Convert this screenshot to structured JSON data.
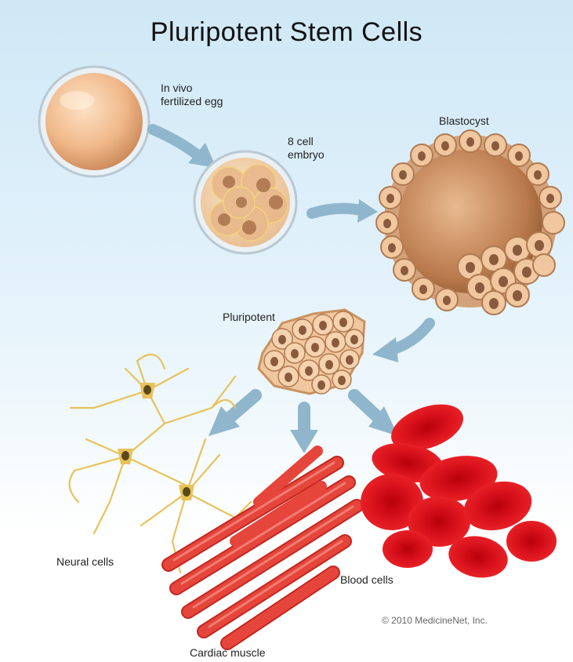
{
  "title": "Pluripotent Stem Cells",
  "labels": {
    "fertilized_egg": [
      "In vivo",
      "fertilized egg"
    ],
    "embryo": [
      "8 cell",
      "embryo"
    ],
    "blastocyst": "Blastocyst",
    "pluripotent": "Pluripotent",
    "neural": "Neural cells",
    "cardiac": "Cardiac muscle",
    "blood": "Blood cells"
  },
  "copyright": "© 2010 MedicineNet, Inc.",
  "colors": {
    "arrow": "#8fb6cc",
    "egg": "#f0b889",
    "cell_tan": "#d9a277",
    "cell_nucleus": "#8a5a3c",
    "neuron": "#e8c25a",
    "muscle": "#e5453a",
    "blood": "#e0141b"
  }
}
